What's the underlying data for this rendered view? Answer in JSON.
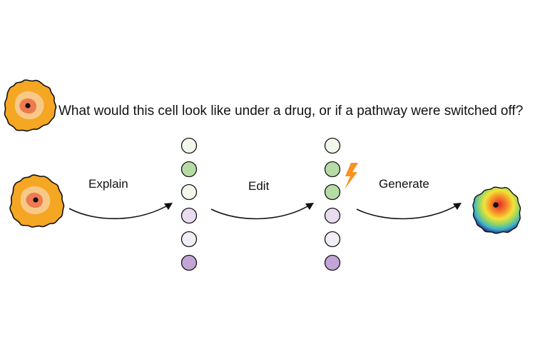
{
  "question": "What would this cell look like under a drug, or if a pathway were switched off?",
  "steps": [
    {
      "label": "Explain"
    },
    {
      "label": "Edit"
    },
    {
      "label": "Generate"
    }
  ],
  "colors": {
    "cell_membrane": "#f5a623",
    "cell_ring_outer": "#f7c986",
    "cell_ring_inner": "#ef7a50",
    "nucleus": "#111111",
    "node_white": "#f2f7ec",
    "node_green": "#b6dca6",
    "node_lavender": "#e8dcef",
    "node_lavender_light": "#f3eef6",
    "node_purple": "#c3a4d6",
    "lightning": "#f7931e"
  },
  "icons": [
    "cell-icon",
    "lightning-icon",
    "arrow-icon"
  ],
  "latent_before": [
    "white",
    "green",
    "white",
    "lavender",
    "lavender-light",
    "purple"
  ],
  "latent_after": [
    "white",
    "green",
    "green",
    "lavender",
    "lavender-light",
    "purple"
  ]
}
